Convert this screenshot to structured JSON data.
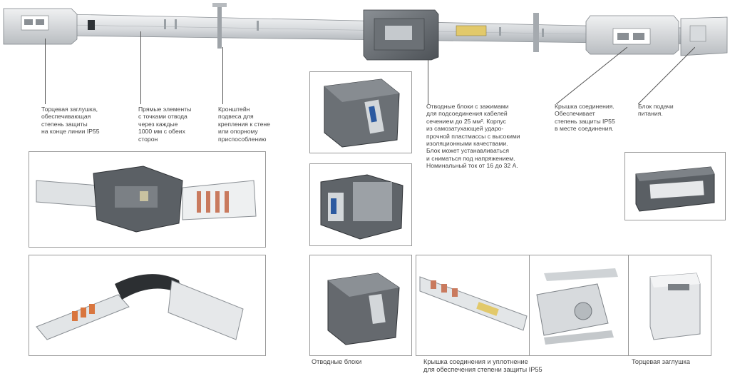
{
  "callouts": {
    "end_cap": "Торцевая заглушка,\nобеспечивающая\nстепень защиты\nна конце линии IP55",
    "straight": "Прямые элементы\nс точками отвода\nчерез каждые\n1000 мм с обеих\nсторон",
    "bracket": "Кронштейн\nподвеса для\nкрепления к стене\nили опорному\nприспособлению",
    "tapoff": "Отводные блоки с зажимами\nдля подсоединения кабелей\nсечением до 25 мм². Корпус\nиз самозатухающей ударо-\nпрочной пластмассы с высокими\nизоляционными качествами.\nБлок может устанавливаться\nи сниматься под напряжением.\nНоминальный ток от 16 до 32 А.",
    "joint_cover": "Крышка соединения.\nОбеспечивает\nстепень защиты IP55\nв месте соединения.",
    "feed": "Блок подачи\nпитания."
  },
  "captions": {
    "tapoff_blocks": "Отводные блоки",
    "joint_seal": "Крышка соединения и уплотнение\nдля обеспечения степени защиты IP55",
    "end_cap": "Торцевая заглушка"
  }
}
